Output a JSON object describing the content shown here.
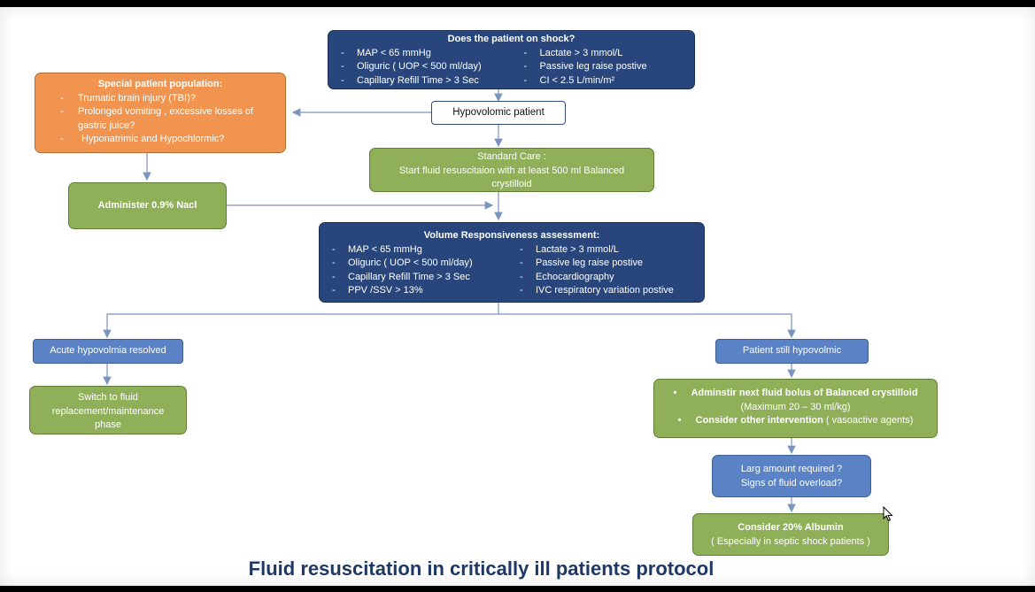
{
  "shock_box": {
    "title": "Does the patient on shock?",
    "left_items": [
      "MAP < 65 mmHg",
      "Oliguric ( UOP < 500 ml/day)",
      "Capillary Refill Time > 3 Sec"
    ],
    "right_items": [
      "Lactate > 3 mmol/L",
      "Passive leg raise postive",
      "CI < 2.5 L/min/m²"
    ]
  },
  "special_population": {
    "title": "Special patient population:",
    "items": [
      "Trumatic brain injury (TBI)?",
      "Prolonged vomiting , excessive losses of gastric juice?",
      "Hyponatrimic and Hypochlormic?"
    ]
  },
  "hypovolemic": {
    "label": "Hypovolomic patient"
  },
  "standard_care": {
    "line1": "Standard Care :",
    "line2": "Start fluid resuscitaion with at least 500 ml Balanced crystilloid"
  },
  "administer_nacl": {
    "label": "Administer 0.9% Nacl"
  },
  "volume_assessment": {
    "title": "Volume Responsiveness assessment:",
    "left_items": [
      "MAP < 65 mmHg",
      "Oliguric ( UOP < 500 ml/day)",
      "Capillary Refill Time > 3 Sec",
      "PPV /SSV > 13%"
    ],
    "right_items": [
      "Lactate > 3 mmol/L",
      "Passive leg raise postive",
      "Echocardiography",
      "IVC respiratory variation postive"
    ]
  },
  "resolved": {
    "label": "Acute hypovolmia resolved"
  },
  "switch_phase": {
    "label": "Switch to fluid replacement/maintenance phase"
  },
  "still_hypovolemic": {
    "label": "Patient still hypovolmic"
  },
  "next_bolus": {
    "bullet1": "Adminstir next fluid bolus of Balanced crystilloid",
    "bullet1_sub": "(Maximum  20 – 30 ml/kg)",
    "bullet2_bold": "Consider other intervention",
    "bullet2_rest": " ( vasoactive agents)"
  },
  "overload_check": {
    "line1": "Larg amount required ?",
    "line2": "Signs of fluid overload?"
  },
  "albumin": {
    "line1": "Consider 20% Albumin",
    "line2": "( Especially in septic shock patients )"
  },
  "footer": {
    "title": "Fluid resuscitation in critically ill patients protocol"
  },
  "colors": {
    "navy": "#28467c",
    "orange": "#f0944f",
    "green": "#8fb059",
    "blue": "#5a82c4",
    "arrow": "#7a94bf",
    "footer_text": "#1f3864"
  }
}
